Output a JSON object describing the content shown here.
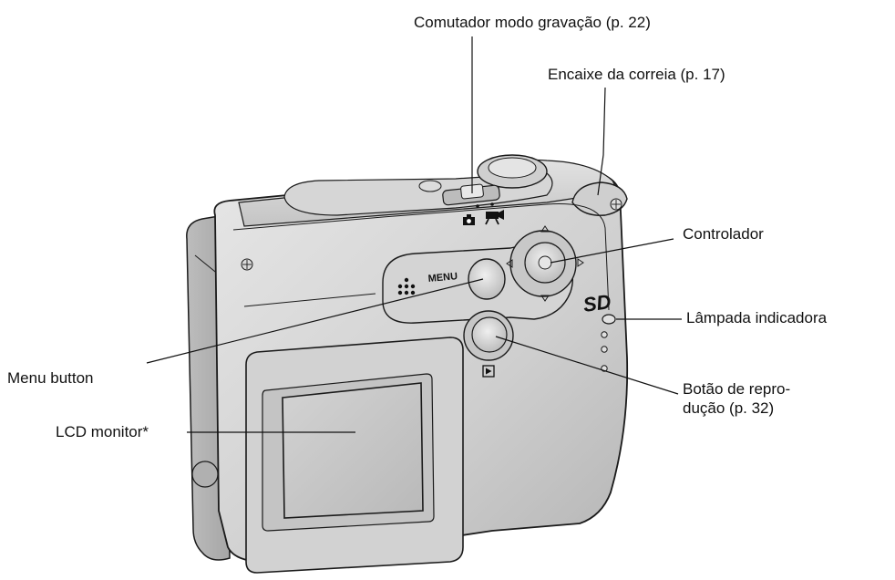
{
  "labels": {
    "record_switch": "Comutador modo gravação (p. 22)",
    "strap_eyelet": "Encaixe da correia (p. 17)",
    "controller": "Controlador",
    "indicator_lamp": "Lâmpada indicadora",
    "menu_button": "Menu button",
    "playback_button_line1": "Botão de repro-",
    "playback_button_line2": "dução (p. 32)",
    "lcd_monitor": "LCD monitor*"
  },
  "camera_marks": {
    "menu_text": "MENU",
    "sd_logo": "SD"
  }
}
